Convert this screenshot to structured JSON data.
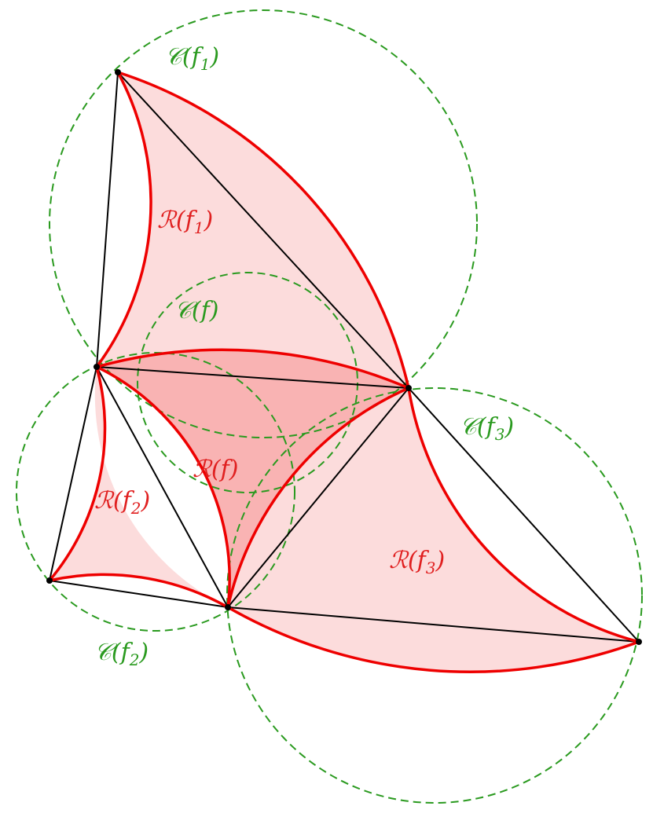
{
  "colors": {
    "region_fill": "#fcdcdc",
    "region_fill_dark": "#f9b3b3",
    "region_stroke": "#ee0000",
    "circle_stroke": "#2a9a1f",
    "edge_stroke": "#000000",
    "label_region": "#e02020",
    "label_circle": "#2a9a1f"
  },
  "labels": {
    "c_f1": {
      "main": "𝒞(",
      "var": "f",
      "sub": "1",
      "close": ")"
    },
    "c_f": {
      "main": "𝒞(",
      "var": "f",
      "sub": "",
      "close": ")"
    },
    "c_f2": {
      "main": "𝒞(",
      "var": "f",
      "sub": "2",
      "close": ")"
    },
    "c_f3": {
      "main": "𝒞(",
      "var": "f",
      "sub": "3",
      "close": ")"
    },
    "r_f1": {
      "main": "ℛ(",
      "var": "f",
      "sub": "1",
      "close": ")"
    },
    "r_f": {
      "main": "ℛ(",
      "var": "f",
      "sub": "",
      "close": ")"
    },
    "r_f2": {
      "main": "ℛ(",
      "var": "f",
      "sub": "2",
      "close": ")"
    },
    "r_f3": {
      "main": "ℛ(",
      "var": "f",
      "sub": "3",
      "close": ")"
    }
  }
}
